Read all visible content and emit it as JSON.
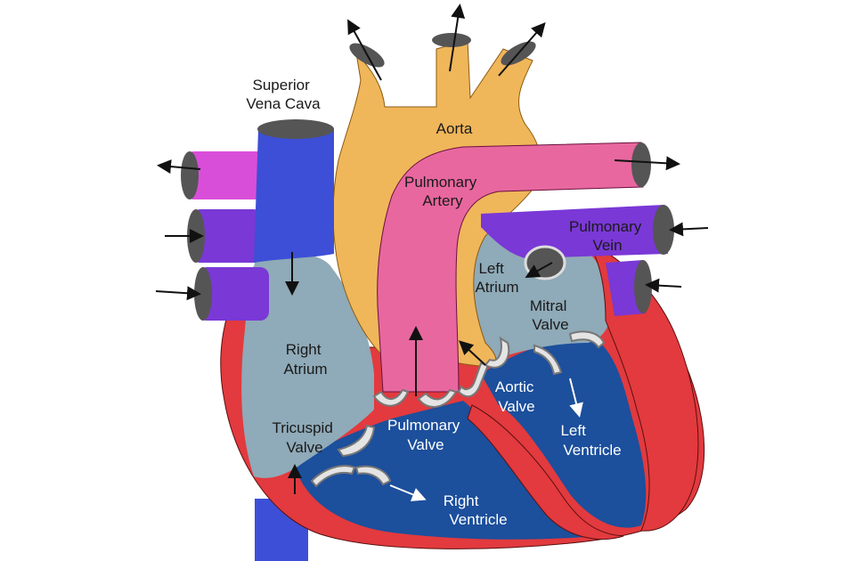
{
  "labels": {
    "superior_vena_cava": [
      "Superior",
      "Vena Cava"
    ],
    "aorta": [
      "Aorta"
    ],
    "pulmonary_artery": [
      "Pulmonary",
      "Artery"
    ],
    "pulmonary_vein": [
      "Pulmonary",
      "Vein"
    ],
    "left_atrium": [
      "Left",
      "Atrium"
    ],
    "mitral_valve": [
      "Mitral",
      "Valve"
    ],
    "right_atrium": [
      "Right",
      "Atrium"
    ],
    "aortic_valve": [
      "Aortic",
      "Valve"
    ],
    "left_ventricle": [
      "Left",
      "Ventricle"
    ],
    "tricuspid_valve": [
      "Tricuspid",
      "Valve"
    ],
    "pulmonary_valve": [
      "Pulmonary",
      "Valve"
    ],
    "right_ventricle": [
      "Right",
      "Ventricle"
    ]
  },
  "colors": {
    "aorta": "#f0b65a",
    "pulmonary_artery": "#e8679f",
    "vena_cava": "#3d4fd6",
    "pulmonary_vein": "#7a38d6",
    "atrium": "#8faab8",
    "ventricle": "#1c4f9c",
    "muscle": "#e23a3e",
    "valve": "#e4e4e4"
  }
}
